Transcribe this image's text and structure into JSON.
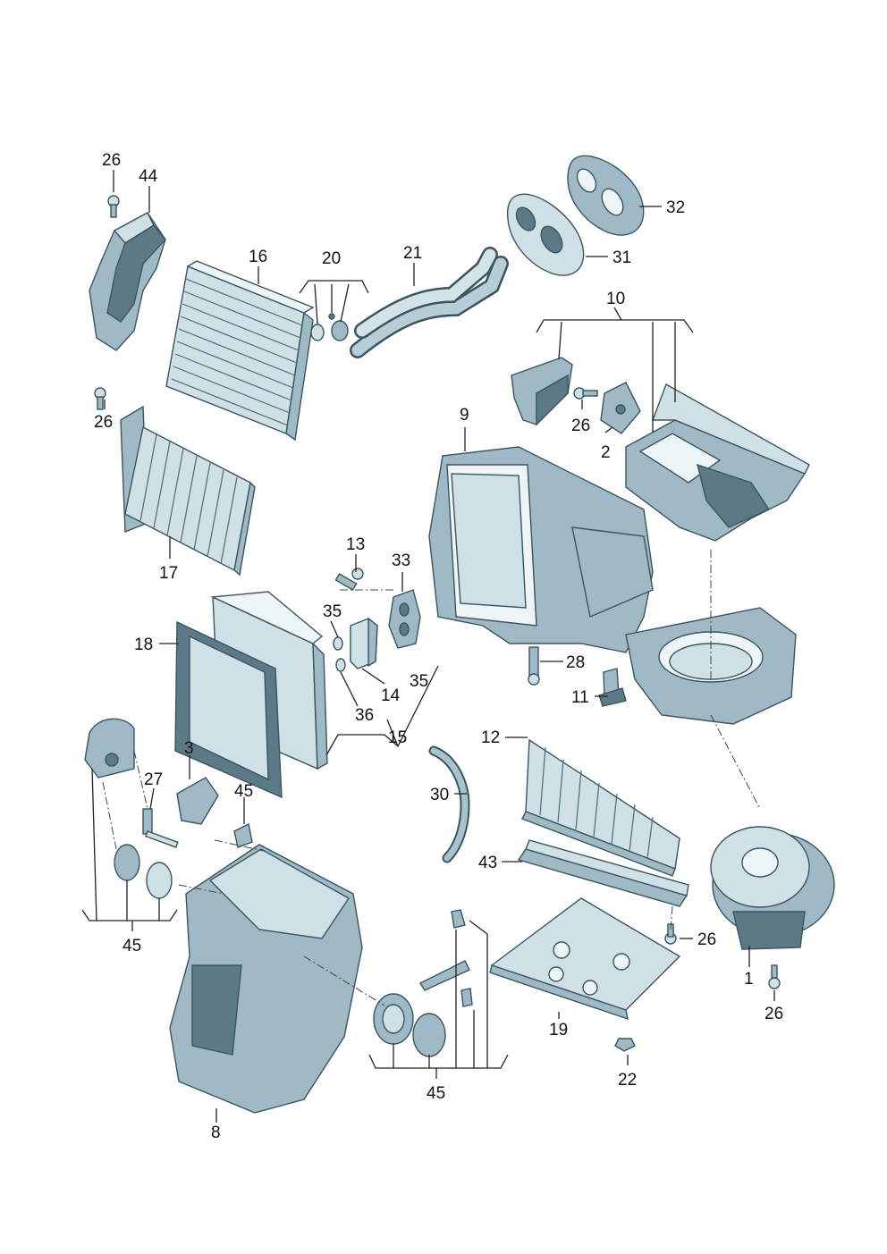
{
  "diagram": {
    "callouts": [
      {
        "id": "c26a",
        "text": "26"
      },
      {
        "id": "c44",
        "text": "44"
      },
      {
        "id": "c16",
        "text": "16"
      },
      {
        "id": "c20",
        "text": "20"
      },
      {
        "id": "c21",
        "text": "21"
      },
      {
        "id": "c32",
        "text": "32"
      },
      {
        "id": "c31",
        "text": "31"
      },
      {
        "id": "c10",
        "text": "10"
      },
      {
        "id": "c26b",
        "text": "26"
      },
      {
        "id": "c9",
        "text": "9"
      },
      {
        "id": "c26c",
        "text": "26"
      },
      {
        "id": "c2",
        "text": "2"
      },
      {
        "id": "c17",
        "text": "17"
      },
      {
        "id": "c13",
        "text": "13"
      },
      {
        "id": "c33",
        "text": "33"
      },
      {
        "id": "c35a",
        "text": "35"
      },
      {
        "id": "c18",
        "text": "18"
      },
      {
        "id": "c28",
        "text": "28"
      },
      {
        "id": "c14",
        "text": "14"
      },
      {
        "id": "c35b",
        "text": "35"
      },
      {
        "id": "c36",
        "text": "36"
      },
      {
        "id": "c11",
        "text": "11"
      },
      {
        "id": "c15",
        "text": "15"
      },
      {
        "id": "c12",
        "text": "12"
      },
      {
        "id": "c3",
        "text": "3"
      },
      {
        "id": "c27",
        "text": "27"
      },
      {
        "id": "c45a",
        "text": "45"
      },
      {
        "id": "c30",
        "text": "30"
      },
      {
        "id": "c43",
        "text": "43"
      },
      {
        "id": "c26d",
        "text": "26"
      },
      {
        "id": "c45b",
        "text": "45"
      },
      {
        "id": "c1",
        "text": "1"
      },
      {
        "id": "c19",
        "text": "19"
      },
      {
        "id": "c26e",
        "text": "26"
      },
      {
        "id": "c22",
        "text": "22"
      },
      {
        "id": "c45c",
        "text": "45"
      },
      {
        "id": "c8",
        "text": "8"
      }
    ]
  }
}
